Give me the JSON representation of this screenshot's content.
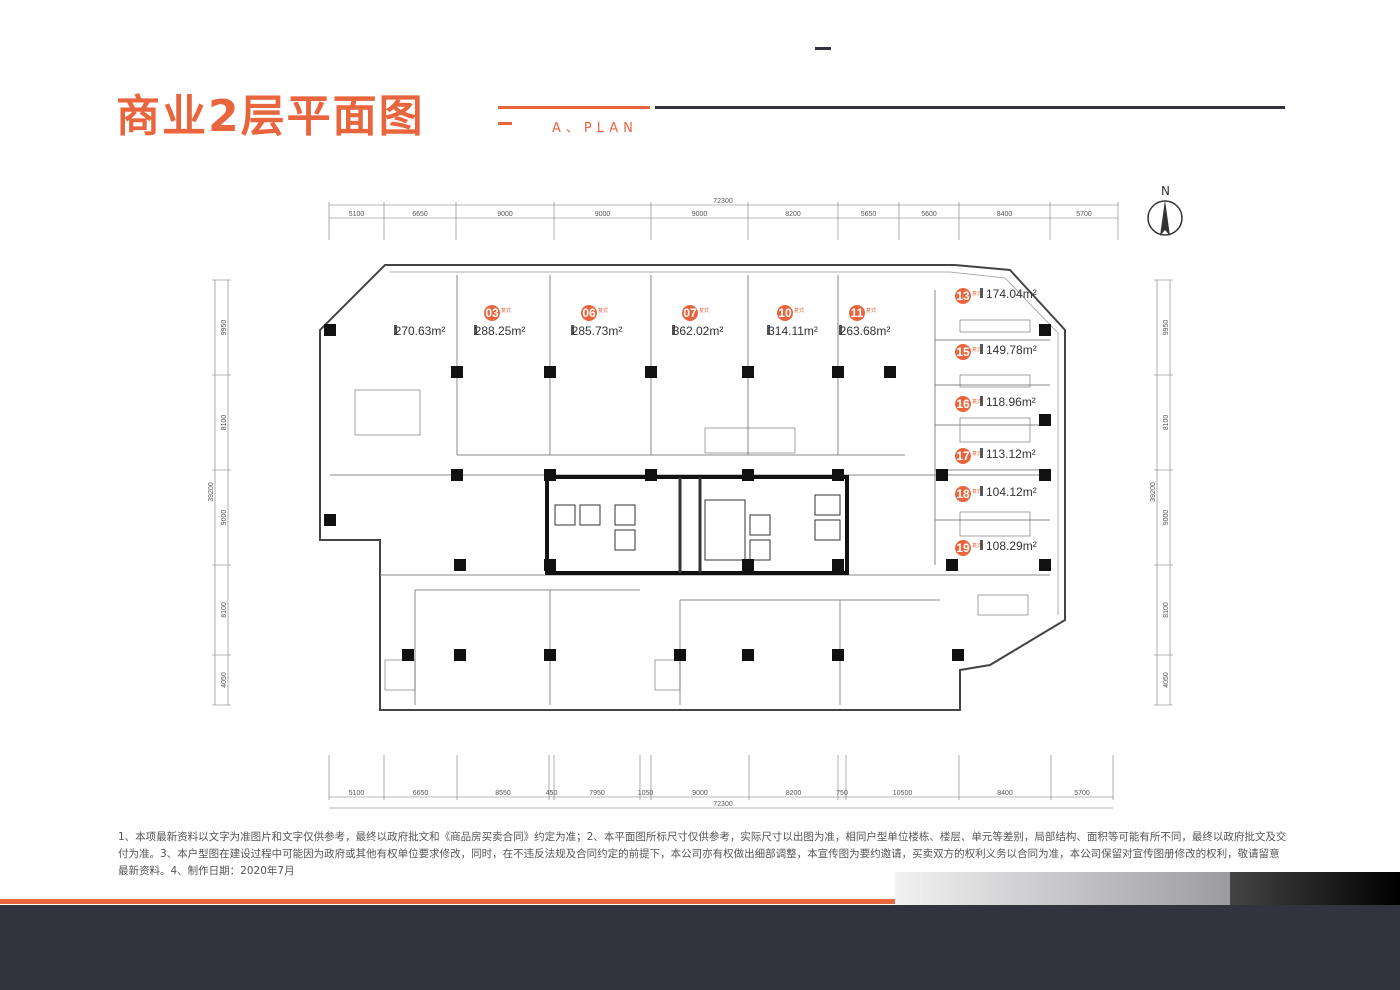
{
  "header": {
    "title": "商业2层平面图",
    "subtitle": "A、PLAN"
  },
  "north_label": "N",
  "colors": {
    "accent": "#e9653d",
    "dark": "#33333f"
  },
  "dimensions": {
    "top_total": "72300",
    "top": [
      "5100",
      "6650",
      "9000",
      "9000",
      "9000",
      "8200",
      "5650",
      "5600",
      "8400",
      "5700"
    ],
    "bottom_total": "72300",
    "bottom": [
      "5100",
      "6650",
      "8550",
      "450",
      "7950",
      "1050",
      "9000",
      "8200",
      "750",
      "10500",
      "8400",
      "5700"
    ],
    "left": [
      "9950",
      "8100",
      "9000",
      "8100",
      "4050"
    ],
    "left_total": "39200",
    "right": [
      "9950",
      "8100",
      "9000",
      "8100",
      "4050"
    ],
    "right_total": "39200"
  },
  "units": [
    {
      "num": "",
      "area": "270.63m²"
    },
    {
      "num": "03",
      "tag": "复式",
      "area": "288.25m²"
    },
    {
      "num": "06",
      "tag": "复式",
      "area": "285.73m²"
    },
    {
      "num": "07",
      "tag": "复式",
      "area": "362.02m²"
    },
    {
      "num": "10",
      "tag": "复式",
      "area": "314.11m²"
    },
    {
      "num": "11",
      "tag": "复式",
      "area": "263.68m²"
    },
    {
      "num": "13",
      "tag": "复式",
      "area": "174.04m²"
    },
    {
      "num": "15",
      "tag": "复式",
      "area": "149.78m²"
    },
    {
      "num": "16",
      "tag": "复式",
      "area": "118.96m²"
    },
    {
      "num": "17",
      "tag": "复式",
      "area": "113.12m²"
    },
    {
      "num": "18",
      "tag": "复式",
      "area": "104.12m²"
    },
    {
      "num": "19",
      "tag": "复式",
      "area": "108.29m²"
    }
  ],
  "notes": "1、本项最新资料以文字为准图片和文字仅供参考，最终以政府批文和《商品房买卖合同》约定为准；2、本平面图所标尺寸仅供参考，实际尺寸以出图为准，相同户型单位楼栋、楼层、单元等差别，局部结构、面积等可能有所不同，最终以政府批文及交付为准。3、本户型图在建设过程中可能因为政府或其他有权单位要求修改，同时，在不违反法规及合同约定的前提下，本公司亦有权做出细部调整，本宣传图为要约邀请，买卖双方的权利义务以合同为准，本公司保留对宣传图册修改的权利，敬请留意最新资料。4、制作日期：2020年7月"
}
